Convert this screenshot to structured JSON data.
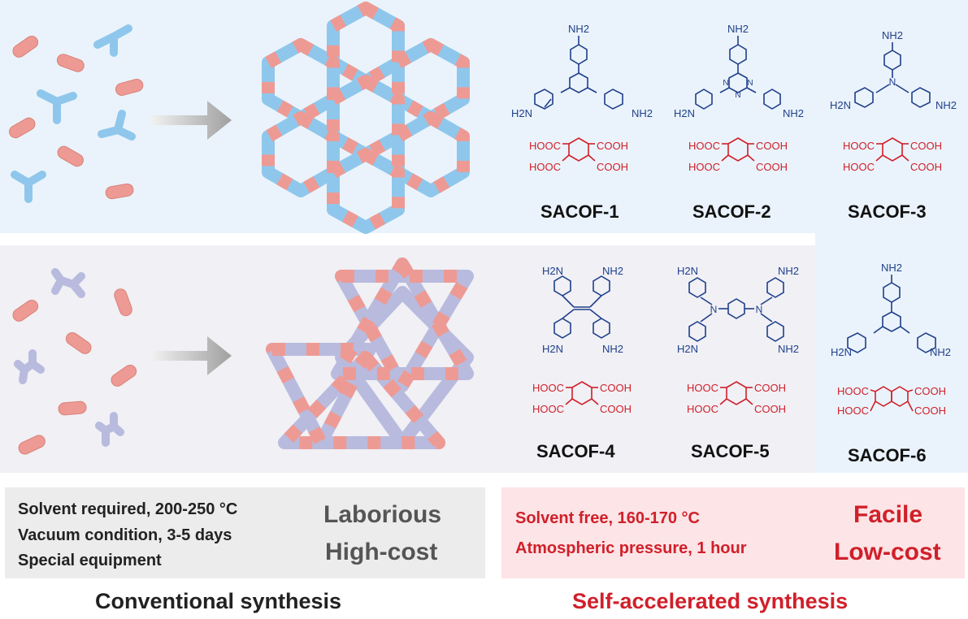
{
  "colors": {
    "panel_blue": "#eaf3fb",
    "panel_gray": "#f0f0f5",
    "amine_blue": "#1f3f8a",
    "acid_red": "#d0202a",
    "linker_pink": "#ee9a94",
    "node_blue": "#8fc7ec",
    "node_lavender": "#b8bbde",
    "arrow_gray": "#a8a8a8"
  },
  "structures": {
    "sacof1": {
      "name": "SACOF-1",
      "amine": "NH2",
      "amine_left": "H2N",
      "amine_right": "NH2",
      "acid": [
        "HOOC",
        "COOH",
        "HOOC",
        "COOH"
      ]
    },
    "sacof2": {
      "name": "SACOF-2",
      "amine": "NH2",
      "amine_left": "H2N",
      "amine_right": "NH2",
      "ring_n": "N",
      "acid": [
        "HOOC",
        "COOH",
        "HOOC",
        "COOH"
      ]
    },
    "sacof3": {
      "name": "SACOF-3",
      "amine": "NH2",
      "amine_left": "H2N",
      "amine_right": "NH2",
      "center_n": "N",
      "acid": [
        "HOOC",
        "COOH",
        "HOOC",
        "COOH"
      ]
    },
    "sacof4": {
      "name": "SACOF-4",
      "amine_tl": "H2N",
      "amine_tr": "NH2",
      "amine_bl": "H2N",
      "amine_br": "NH2",
      "acid": [
        "HOOC",
        "COOH",
        "HOOC",
        "COOH"
      ]
    },
    "sacof5": {
      "name": "SACOF-5",
      "amine_tl": "H2N",
      "amine_tr": "NH2",
      "amine_bl": "H2N",
      "amine_br": "NH2",
      "center_n": "N",
      "acid": [
        "HOOC",
        "COOH",
        "HOOC",
        "COOH"
      ]
    },
    "sacof6": {
      "name": "SACOF-6",
      "amine": "NH2",
      "amine_left": "H2N",
      "amine_right": "NH2",
      "acid": [
        "HOOC",
        "COOH",
        "HOOC",
        "COOH"
      ]
    }
  },
  "conventional": {
    "line1": "Solvent required, 200-250 °C",
    "line2": "Vacuum condition, 3-5 days",
    "line3": "Special equipment",
    "tag1": "Laborious",
    "tag2": "High-cost",
    "footer": "Conventional synthesis"
  },
  "self_accelerated": {
    "line1": "Solvent free, 160-170 °C",
    "line2": "Atmospheric pressure,  1 hour",
    "tag1": "Facile",
    "tag2": "Low-cost",
    "footer": "Self-accelerated synthesis"
  }
}
